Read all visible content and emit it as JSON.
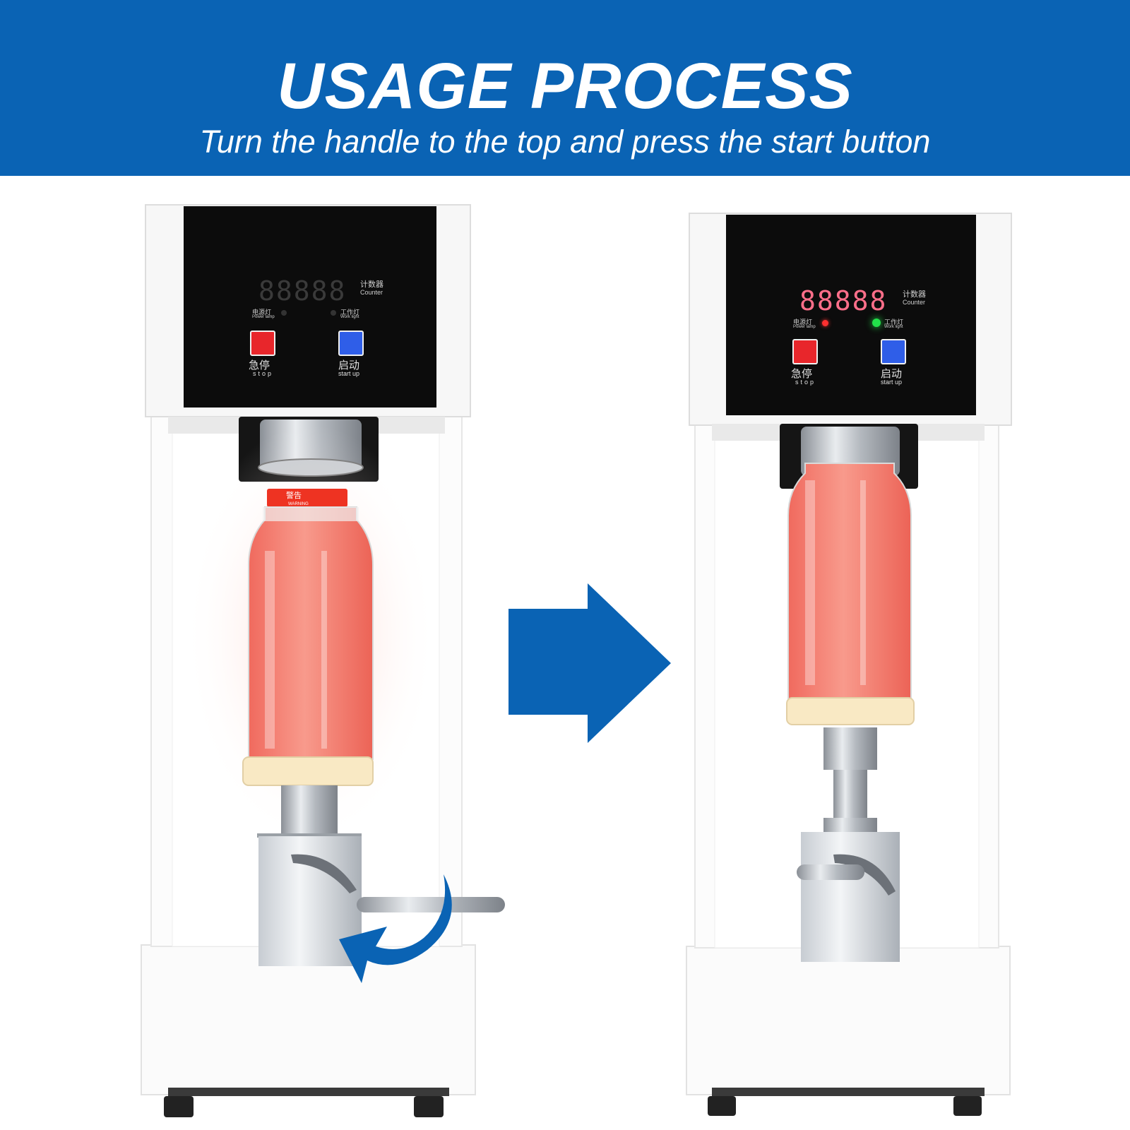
{
  "banner": {
    "title": "USAGE PROCESS",
    "subtitle": "Turn the handle to the top and press the start button"
  },
  "machine_panel": {
    "counter_display": "88888",
    "counter_cn": "计数器",
    "counter_en": "Counter",
    "power_lamp_cn": "电源灯",
    "power_lamp_en": "Power lamp",
    "work_light_cn": "工作灯",
    "work_light_en": "Work light",
    "stop_cn": "急停",
    "stop_en": "stop",
    "start_cn": "启动",
    "start_en": "start up",
    "warning_cn": "警告",
    "warning_en": "WARNING"
  },
  "colors": {
    "banner_blue": "#0a63b4",
    "stop_button_red": "#e8262b",
    "start_button_blue": "#2f5ee8",
    "juice_pink": "#f48074",
    "power_lamp_on": "#ff3030",
    "work_light_on": "#22e04a"
  },
  "states": {
    "left_machine_lights_on": false,
    "right_machine_lights_on": true
  },
  "icons": {
    "process_arrow": "arrow-right-icon",
    "rotate_handle_arrow": "curved-arrow-icon"
  }
}
